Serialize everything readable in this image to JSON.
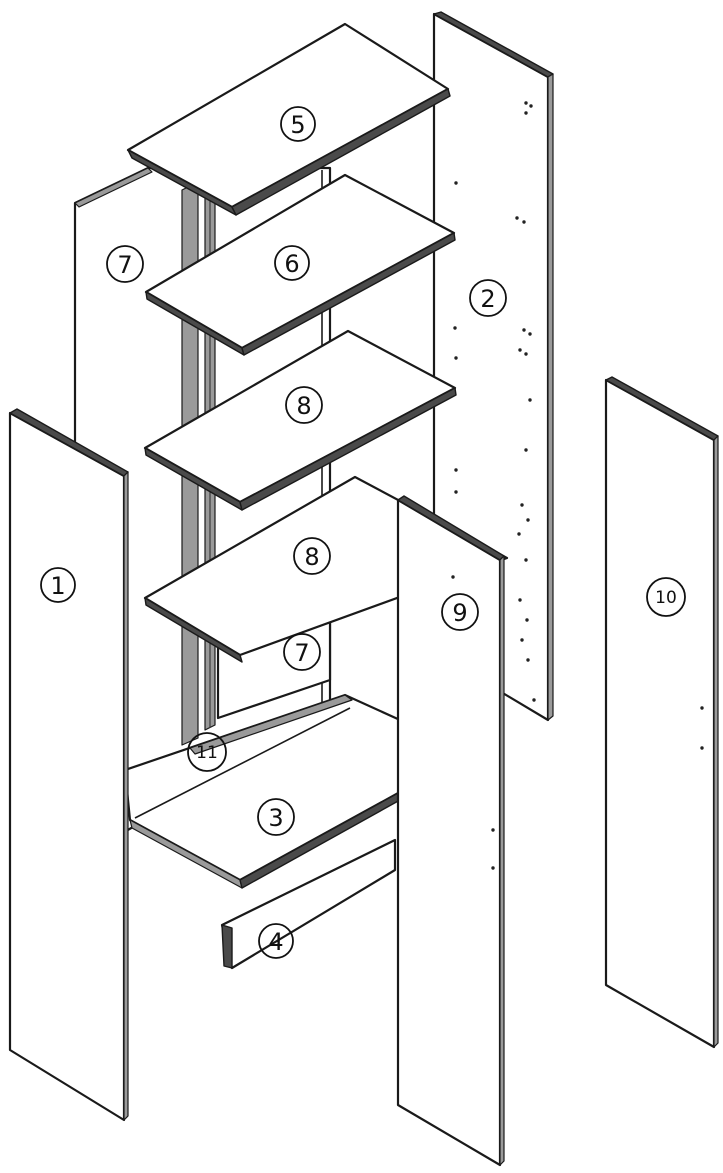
{
  "callouts": [
    {
      "id": "c5",
      "label": "5"
    },
    {
      "id": "c6",
      "label": "6"
    },
    {
      "id": "c7a",
      "label": "7"
    },
    {
      "id": "c2",
      "label": "2"
    },
    {
      "id": "c8a",
      "label": "8"
    },
    {
      "id": "c8b",
      "label": "8"
    },
    {
      "id": "c1",
      "label": "1"
    },
    {
      "id": "c9",
      "label": "9"
    },
    {
      "id": "c10",
      "label": "10"
    },
    {
      "id": "c7b",
      "label": "7"
    },
    {
      "id": "c11",
      "label": "11"
    },
    {
      "id": "c3",
      "label": "3"
    },
    {
      "id": "c4",
      "label": "4"
    }
  ]
}
